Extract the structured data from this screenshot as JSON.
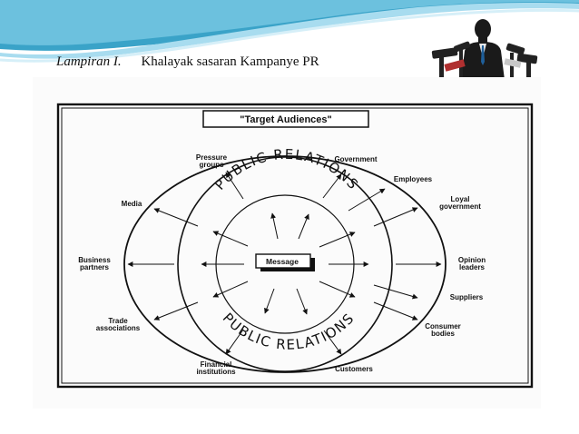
{
  "slide": {
    "caption_label": "Lampiran I.",
    "caption_title": "Khalayak sasaran Kampanye PR"
  },
  "diagram": {
    "title": "\"Target Audiences\"",
    "center": "Message",
    "ring_top": "PUBLIC RELATIONS",
    "ring_bottom": "PUBLIC RELATIONS",
    "audiences": {
      "pressure_groups": [
        "Pressure",
        "groups"
      ],
      "government": [
        "Government"
      ],
      "employees": [
        "Employees"
      ],
      "loyal_government": [
        "Loyal",
        "government"
      ],
      "media": [
        "Media"
      ],
      "business_partners": [
        "Business",
        "partners"
      ],
      "opinion_leaders": [
        "Opinion",
        "leaders"
      ],
      "suppliers": [
        "Suppliers"
      ],
      "trade_associations": [
        "Trade",
        "associations"
      ],
      "consumer_bodies": [
        "Consumer",
        "bodies"
      ],
      "financial_institutions": [
        "Financial",
        "institutions"
      ],
      "customers": [
        "Customers"
      ]
    }
  },
  "colors": {
    "banner_dark": "#3aa3c8",
    "banner_light": "#a8dcef",
    "ink": "#111111"
  }
}
